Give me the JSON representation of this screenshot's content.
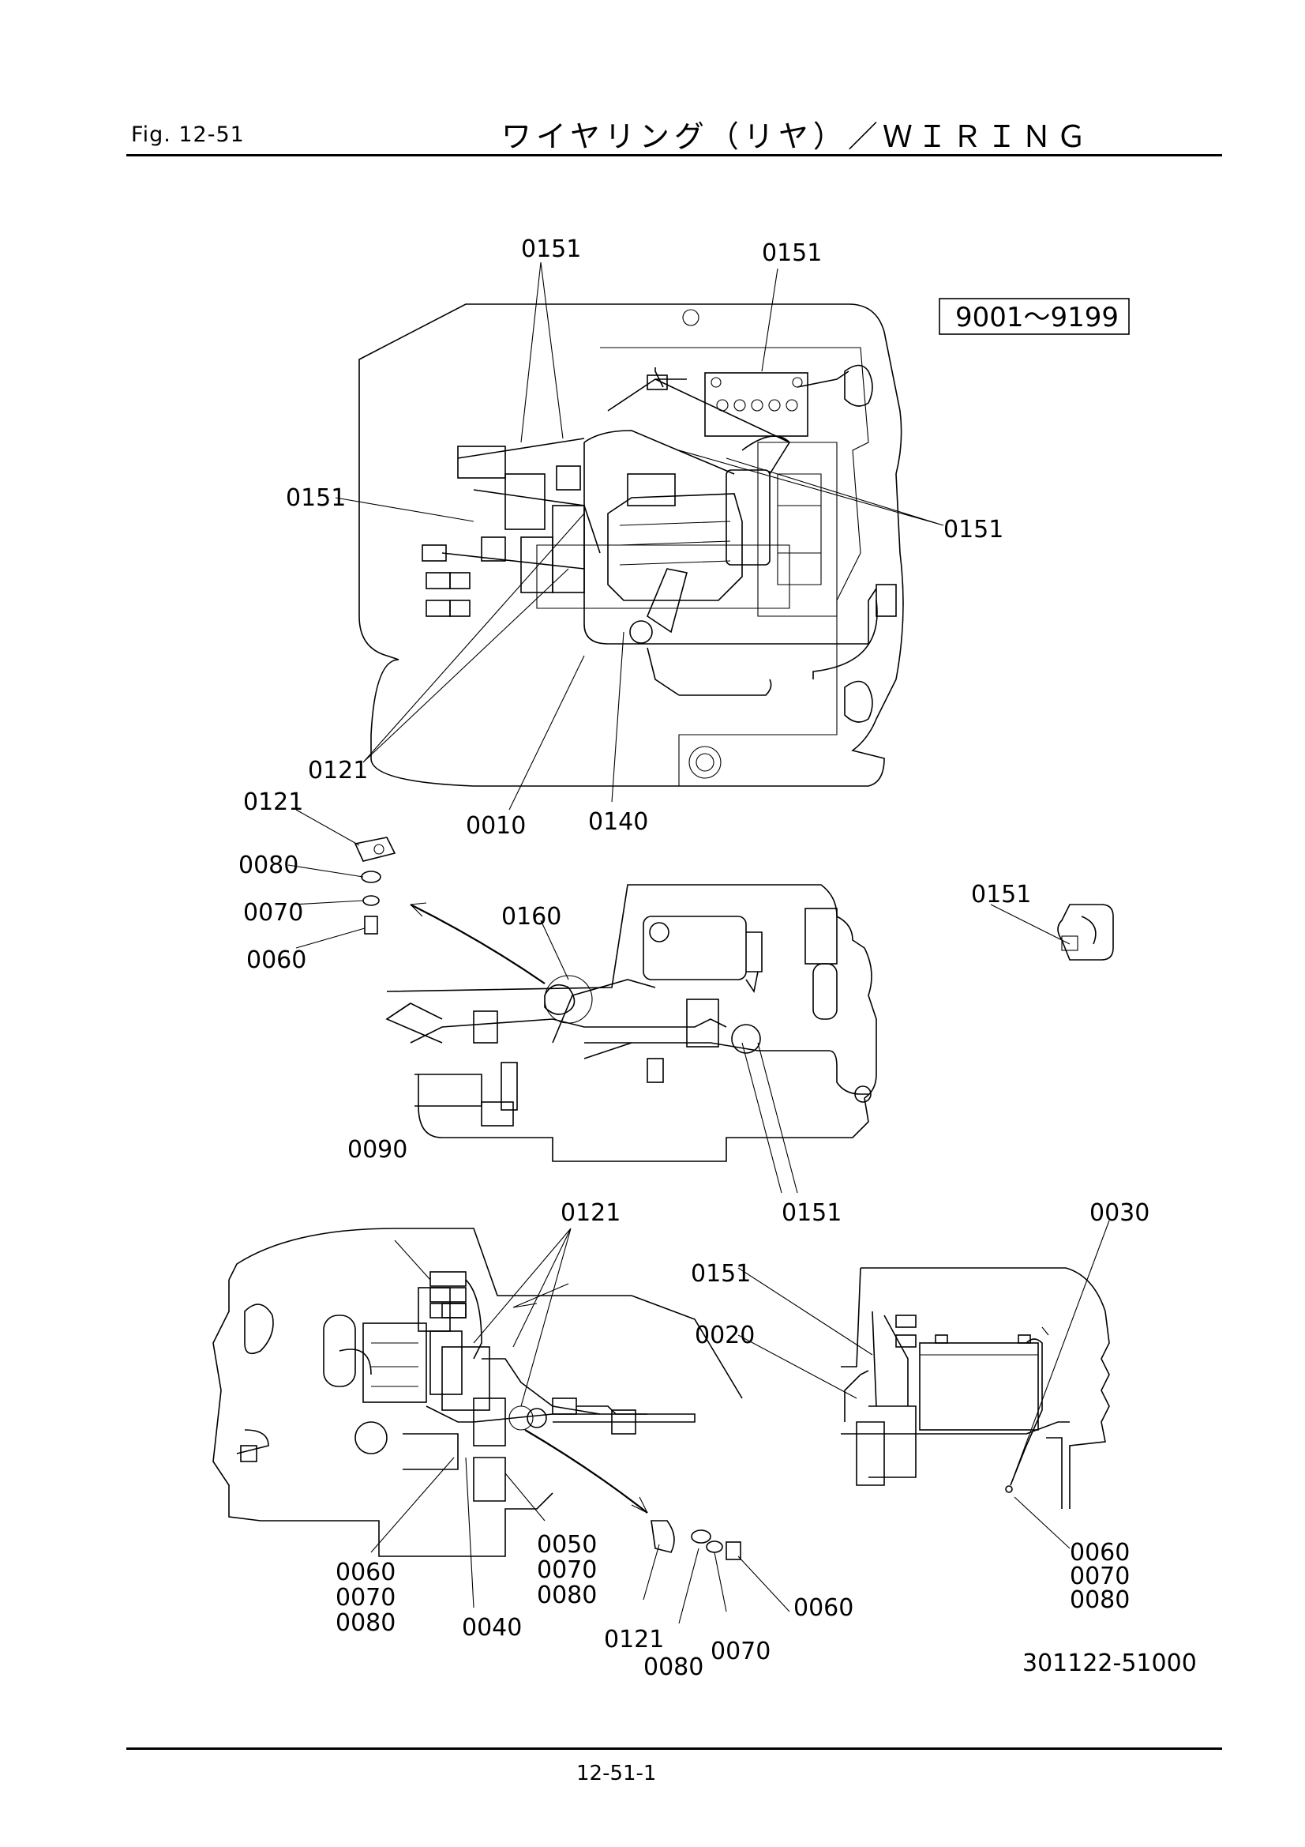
{
  "header": {
    "fig_label": "Fig.  12-51",
    "title": "ワイヤリング（リヤ）／ＷＩＲＩＮＧ"
  },
  "serial_range": "9001～9199",
  "part_number": "301122-51000",
  "page_number": "12-51-1",
  "callouts": {
    "c_top_0151_a": "0151",
    "c_top_0151_b": "0151",
    "c_left_0151": "0151",
    "c_right_0151": "0151",
    "c_0121_a": "0121",
    "c_0121_b": "0121",
    "c_0010": "0010",
    "c_0140": "0140",
    "c_0080_a": "0080",
    "c_0070_a": "0070",
    "c_0060_a": "0060",
    "c_0160": "0160",
    "c_0151_mid_r": "0151",
    "c_0151_mid_b": "0151",
    "c_0090": "0090",
    "c_0121_c": "0121",
    "c_0151_br": "0151",
    "c_0020": "0020",
    "c_0030": "0030",
    "c_0060_b": "0060",
    "c_0070_b": "0070",
    "c_0080_b": "0080",
    "c_0050": "0050",
    "c_0070_c": "0070",
    "c_0080_c": "0080",
    "c_0040": "0040",
    "c_0121_d": "0121",
    "c_0080_d": "0080",
    "c_0070_d": "0070",
    "c_0060_d": "0060",
    "c_0060_e": "0060",
    "c_0070_e": "0070",
    "c_0080_e": "0080"
  }
}
